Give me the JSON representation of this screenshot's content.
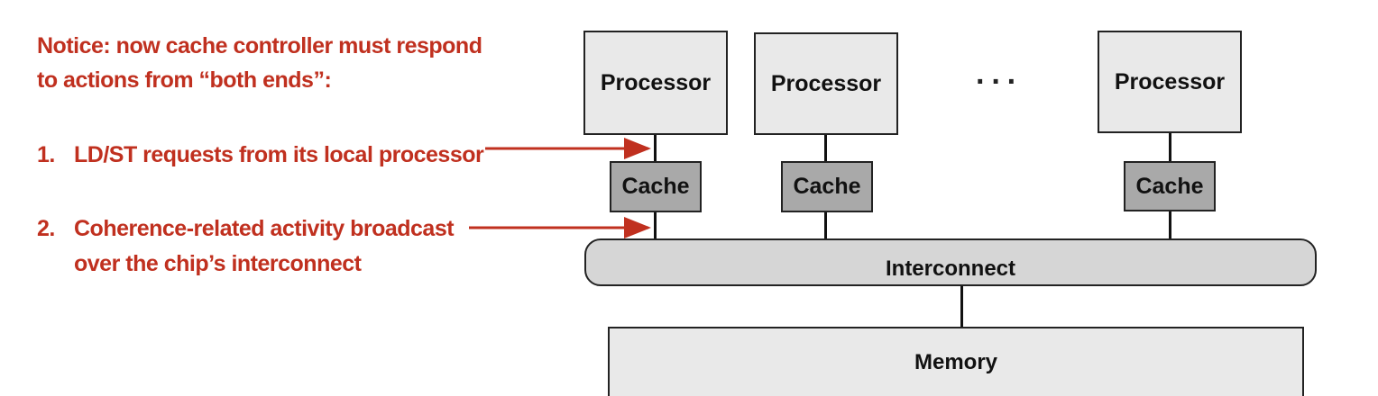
{
  "notice": {
    "line1": "Notice: now cache controller must respond",
    "line2": "to actions from “both ends”:"
  },
  "points": [
    {
      "number": "1.",
      "text": "LD/ST requests from its local processor"
    },
    {
      "number": "2.",
      "text_line1": "Coherence-related activity broadcast",
      "text_line2": "over the chip’s interconnect"
    }
  ],
  "diagram": {
    "processors": [
      "Processor",
      "Processor",
      "Processor"
    ],
    "caches": [
      "Cache",
      "Cache",
      "Cache"
    ],
    "ellipsis": "···",
    "interconnect": "Interconnect",
    "memory": "Memory"
  },
  "colors": {
    "accent_text": "#c0301f",
    "processor_fill": "#e9e9e9",
    "cache_fill": "#a9a9a9",
    "interconnect_fill": "#d6d6d6"
  }
}
